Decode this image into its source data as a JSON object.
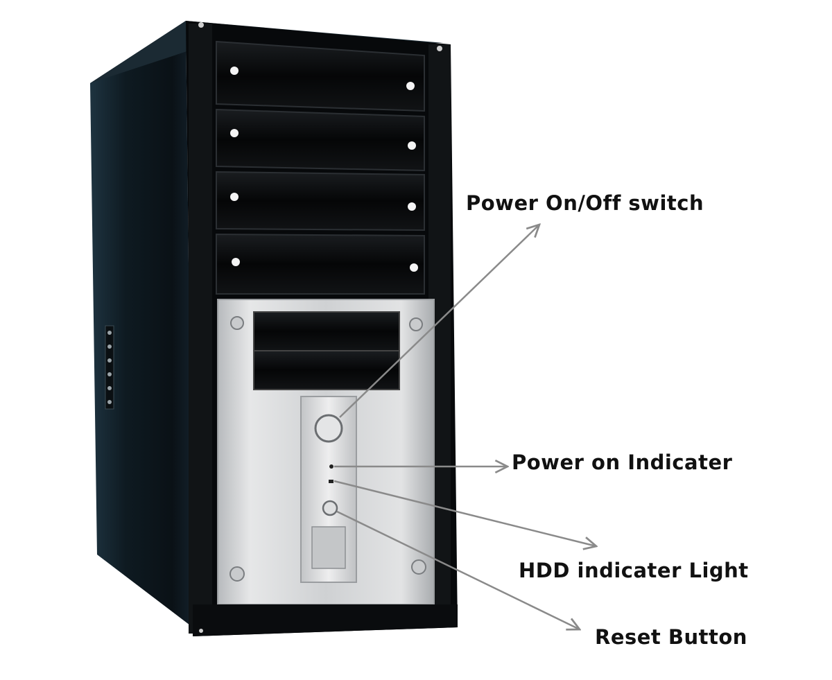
{
  "labels": {
    "power_switch": "Power On/Off switch",
    "power_indicator": "Power on Indicater",
    "hdd_light": "HDD indicater Light",
    "reset_button": "Reset Button"
  },
  "colors": {
    "case_black": "#0b0f12",
    "case_side": "#15222a",
    "panel_silver": "#d4d6d8",
    "arrow_gray": "#8a8a8a",
    "label_text": "#111111"
  }
}
